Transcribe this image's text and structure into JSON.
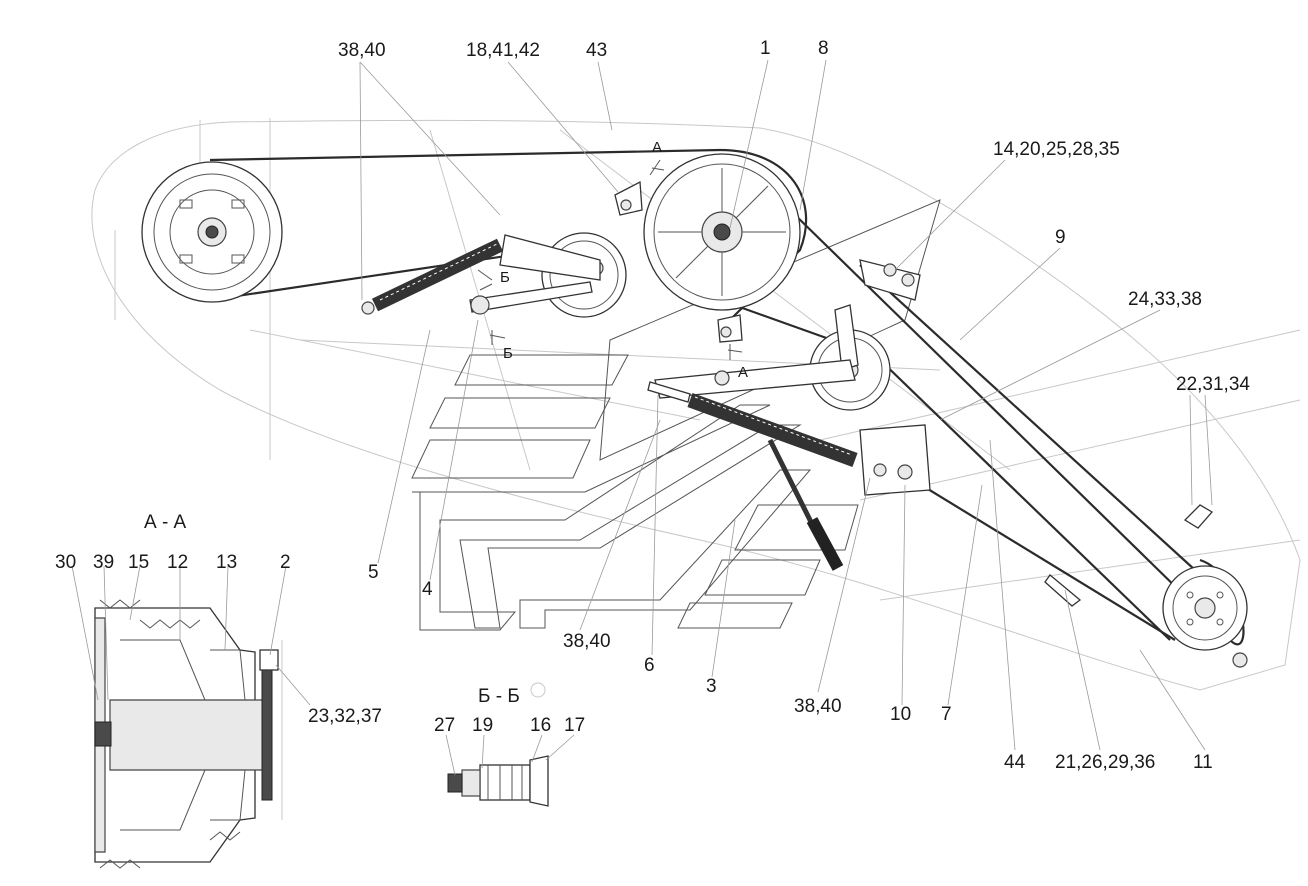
{
  "callouts": [
    {
      "id": "c-38-40-top",
      "text": "38,40"
    },
    {
      "id": "c-18-41-42",
      "text": "18,41,42"
    },
    {
      "id": "c-43",
      "text": "43"
    },
    {
      "id": "c-1",
      "text": "1"
    },
    {
      "id": "c-8",
      "text": "8"
    },
    {
      "id": "c-14-20",
      "text": "14,20,25,28,35"
    },
    {
      "id": "c-9",
      "text": "9"
    },
    {
      "id": "c-24-33-38",
      "text": "24,33,38"
    },
    {
      "id": "c-22-31-34",
      "text": "22,31,34"
    },
    {
      "id": "c-5",
      "text": "5"
    },
    {
      "id": "c-4",
      "text": "4"
    },
    {
      "id": "c-38-40-mid",
      "text": "38,40"
    },
    {
      "id": "c-6",
      "text": "6"
    },
    {
      "id": "c-3",
      "text": "3"
    },
    {
      "id": "c-38-40-low",
      "text": "38,40"
    },
    {
      "id": "c-10",
      "text": "10"
    },
    {
      "id": "c-7",
      "text": "7"
    },
    {
      "id": "c-44",
      "text": "44"
    },
    {
      "id": "c-21-26",
      "text": "21,26,29,36"
    },
    {
      "id": "c-11",
      "text": "11"
    },
    {
      "id": "c-23-32-37",
      "text": "23,32,37"
    },
    {
      "id": "c-30",
      "text": "30"
    },
    {
      "id": "c-39",
      "text": "39"
    },
    {
      "id": "c-15",
      "text": "15"
    },
    {
      "id": "c-12",
      "text": "12"
    },
    {
      "id": "c-13",
      "text": "13"
    },
    {
      "id": "c-2",
      "text": "2"
    },
    {
      "id": "c-27",
      "text": "27"
    },
    {
      "id": "c-19",
      "text": "19"
    },
    {
      "id": "c-16",
      "text": "16"
    },
    {
      "id": "c-17",
      "text": "17"
    }
  ],
  "section_titles": {
    "aa": "А - А",
    "bb": "Б - Б"
  },
  "section_marks": {
    "a_top": "А",
    "a_bottom": "А",
    "b_top": "Б",
    "b_bottom": "Б"
  }
}
